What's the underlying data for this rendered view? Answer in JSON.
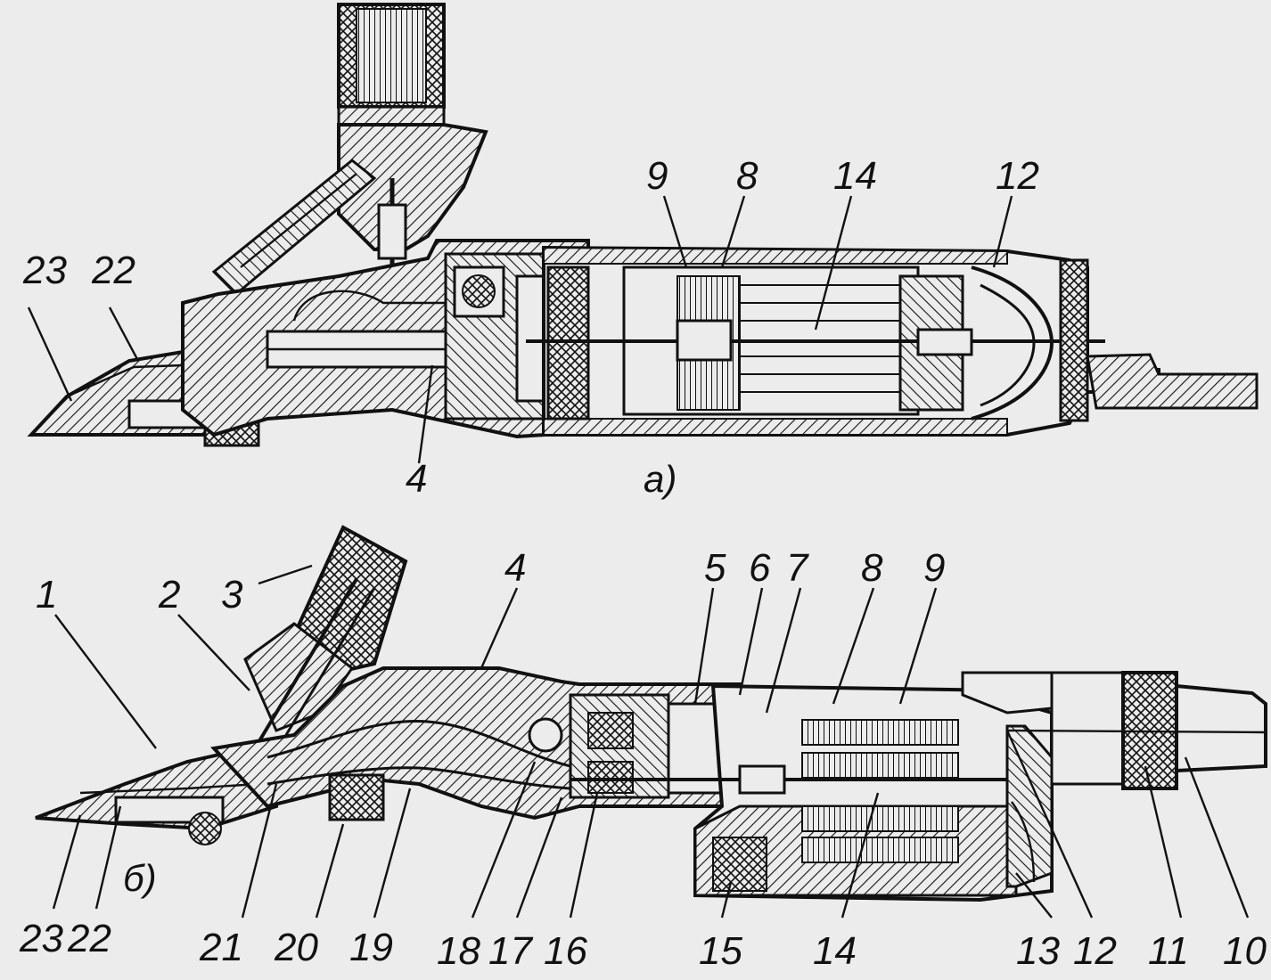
{
  "captions": {
    "top": "а)",
    "bottom": "б)"
  },
  "top_view_labels": [
    "23",
    "22",
    "9",
    "8",
    "14",
    "12",
    "4"
  ],
  "bottom_view_labels": [
    "1",
    "2",
    "3",
    "4",
    "5",
    "6",
    "7",
    "8",
    "9",
    "23",
    "22",
    "21",
    "20",
    "19",
    "18",
    "17",
    "16",
    "15",
    "14",
    "13",
    "12",
    "11",
    "10"
  ],
  "colors": {
    "ink": "#111111",
    "paper": "#ececec"
  }
}
